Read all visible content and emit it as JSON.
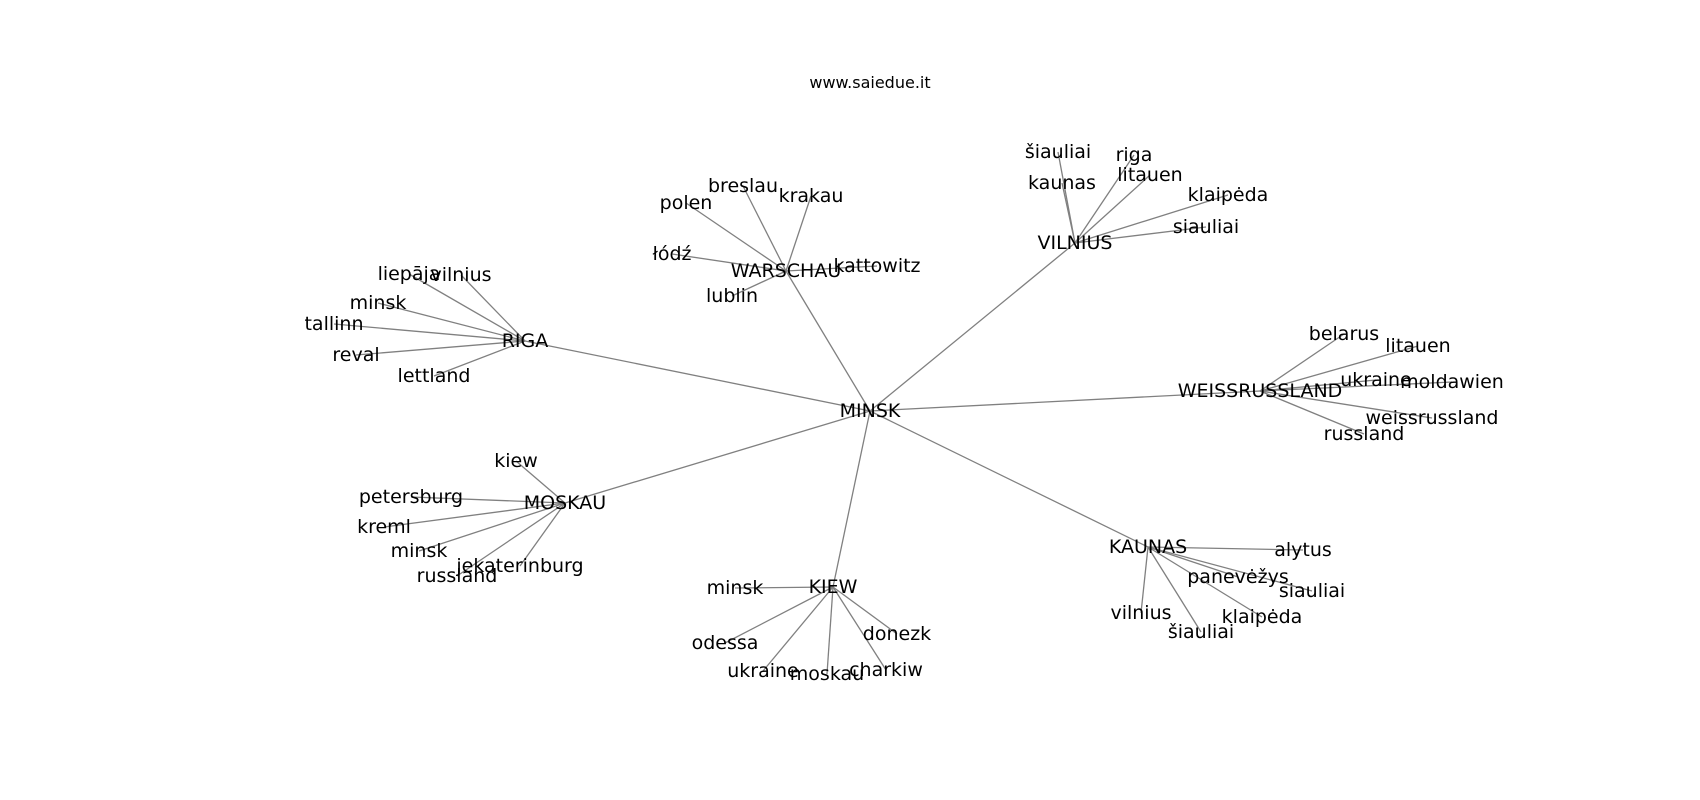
{
  "title": "www.saiedue.it",
  "edge_color": "#808080",
  "text_color": "#000000",
  "background": "#ffffff",
  "center": {
    "label": "MINSK"
  },
  "clusters": [
    {
      "hub": "WARSCHAU",
      "leaves": [
        "breslau",
        "krakau",
        "polen",
        "łódź",
        "kattowitz",
        "lublin"
      ]
    },
    {
      "hub": "VILNIUS",
      "leaves": [
        "šiauliai",
        "riga",
        "kaunas",
        "litauen",
        "klaipėda",
        "siauliai"
      ]
    },
    {
      "hub": "RIGA",
      "leaves": [
        "liepāja",
        "vilnius",
        "minsk",
        "tallinn",
        "reval",
        "lettland"
      ]
    },
    {
      "hub": "WEISSRUSSLAND",
      "leaves": [
        "belarus",
        "litauen",
        "ukraine",
        "moldawien",
        "weissrussland",
        "russland"
      ]
    },
    {
      "hub": "MOSKAU",
      "leaves": [
        "kiew",
        "petersburg",
        "kreml",
        "minsk",
        "jekaterinburg",
        "russland"
      ]
    },
    {
      "hub": "KAUNAS",
      "leaves": [
        "alytus",
        "panevėžys",
        "siauliai",
        "vilnius",
        "klaipėda",
        "šiauliai"
      ]
    },
    {
      "hub": "KIEW",
      "leaves": [
        "minsk",
        "odessa",
        "donezk",
        "ukraine",
        "moskau",
        "charkiw"
      ]
    }
  ]
}
